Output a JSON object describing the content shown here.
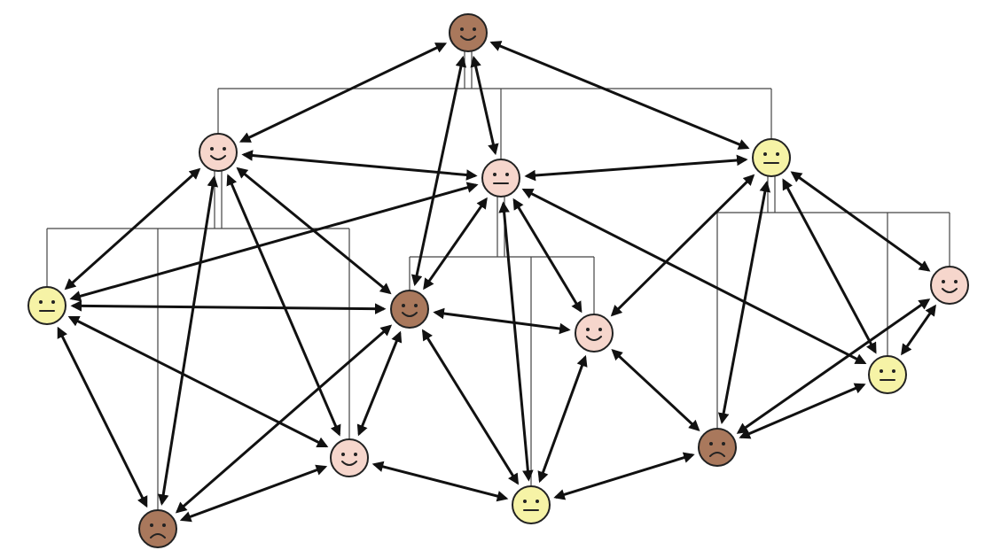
{
  "palette": {
    "dark": "#a9785c",
    "pink": "#f6d6cc",
    "yellow": "#f6f3a6",
    "ink": "#111111",
    "line": "#444444"
  },
  "people": [
    {
      "id": "n1",
      "tone": "dark",
      "mood": "happy"
    },
    {
      "id": "n2",
      "tone": "pink",
      "mood": "happy"
    },
    {
      "id": "n3",
      "tone": "pink",
      "mood": "neutral"
    },
    {
      "id": "n4",
      "tone": "yellow",
      "mood": "neutral"
    },
    {
      "id": "n5",
      "tone": "yellow",
      "mood": "neutral"
    },
    {
      "id": "n6",
      "tone": "dark",
      "mood": "happy"
    },
    {
      "id": "n7",
      "tone": "pink",
      "mood": "happy"
    },
    {
      "id": "n8",
      "tone": "pink",
      "mood": "happy"
    },
    {
      "id": "n9",
      "tone": "yellow",
      "mood": "neutral"
    },
    {
      "id": "n10",
      "tone": "dark",
      "mood": "sad"
    },
    {
      "id": "n11",
      "tone": "pink",
      "mood": "happy"
    },
    {
      "id": "n12",
      "tone": "yellow",
      "mood": "neutral"
    },
    {
      "id": "n13",
      "tone": "dark",
      "mood": "sad"
    }
  ],
  "connections": [
    [
      "n1",
      "n2"
    ],
    [
      "n1",
      "n3"
    ],
    [
      "n1",
      "n4"
    ],
    [
      "n1",
      "n6"
    ],
    [
      "n2",
      "n3"
    ],
    [
      "n2",
      "n5"
    ],
    [
      "n2",
      "n6"
    ],
    [
      "n2",
      "n8"
    ],
    [
      "n2",
      "n13"
    ],
    [
      "n3",
      "n4"
    ],
    [
      "n3",
      "n5"
    ],
    [
      "n3",
      "n6"
    ],
    [
      "n3",
      "n7"
    ],
    [
      "n3",
      "n9"
    ],
    [
      "n3",
      "n12"
    ],
    [
      "n4",
      "n7"
    ],
    [
      "n4",
      "n10"
    ],
    [
      "n4",
      "n11"
    ],
    [
      "n4",
      "n12"
    ],
    [
      "n5",
      "n6"
    ],
    [
      "n5",
      "n8"
    ],
    [
      "n5",
      "n13"
    ],
    [
      "n6",
      "n7"
    ],
    [
      "n6",
      "n8"
    ],
    [
      "n6",
      "n9"
    ],
    [
      "n6",
      "n13"
    ],
    [
      "n7",
      "n9"
    ],
    [
      "n7",
      "n10"
    ],
    [
      "n8",
      "n9"
    ],
    [
      "n8",
      "n13"
    ],
    [
      "n9",
      "n10"
    ],
    [
      "n10",
      "n11"
    ],
    [
      "n10",
      "n12"
    ],
    [
      "n11",
      "n12"
    ]
  ],
  "hierarchy": [
    {
      "parent": "n1",
      "children": [
        "n2",
        "n3",
        "n4"
      ]
    },
    {
      "parent": "n2",
      "children": [
        "n5",
        "n13",
        "n8"
      ]
    },
    {
      "parent": "n3",
      "children": [
        "n6",
        "n9",
        "n7"
      ]
    },
    {
      "parent": "n4",
      "children": [
        "n10",
        "n12",
        "n11"
      ]
    }
  ]
}
